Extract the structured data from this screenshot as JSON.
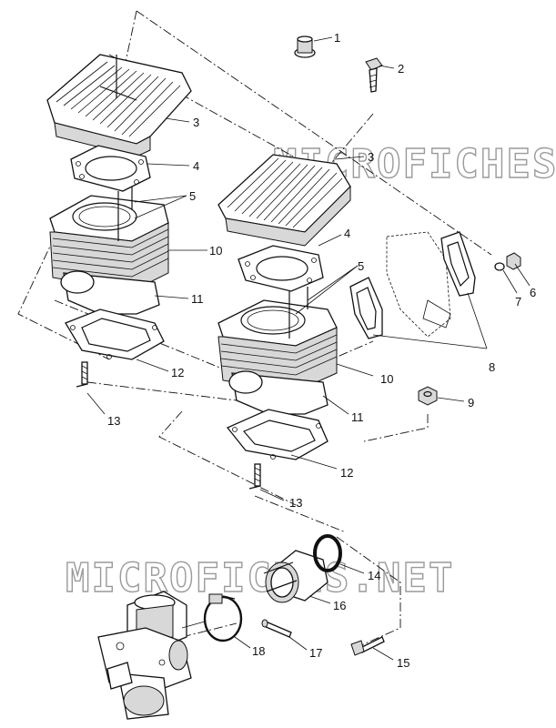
{
  "watermarks": [
    "MICROFICHES.NET",
    "MICROFICHES.NET"
  ],
  "callouts": [
    {
      "id": "c1",
      "text": "1"
    },
    {
      "id": "c2",
      "text": "2"
    },
    {
      "id": "c3a",
      "text": "3"
    },
    {
      "id": "c4a",
      "text": "4"
    },
    {
      "id": "c5a",
      "text": "5"
    },
    {
      "id": "c10a",
      "text": "10"
    },
    {
      "id": "c11a",
      "text": "11"
    },
    {
      "id": "c12a",
      "text": "12"
    },
    {
      "id": "c13a",
      "text": "13"
    },
    {
      "id": "c3b",
      "text": "3"
    },
    {
      "id": "c4b",
      "text": "4"
    },
    {
      "id": "c5b",
      "text": "5"
    },
    {
      "id": "c6",
      "text": "6"
    },
    {
      "id": "c7",
      "text": "7"
    },
    {
      "id": "c8",
      "text": "8"
    },
    {
      "id": "c9",
      "text": "9"
    },
    {
      "id": "c10b",
      "text": "10"
    },
    {
      "id": "c11b",
      "text": "11"
    },
    {
      "id": "c12b",
      "text": "12"
    },
    {
      "id": "c13b",
      "text": "13"
    },
    {
      "id": "c14",
      "text": "14"
    },
    {
      "id": "c15",
      "text": "15"
    },
    {
      "id": "c16",
      "text": "16"
    },
    {
      "id": "c17",
      "text": "17"
    },
    {
      "id": "c18",
      "text": "18"
    }
  ]
}
